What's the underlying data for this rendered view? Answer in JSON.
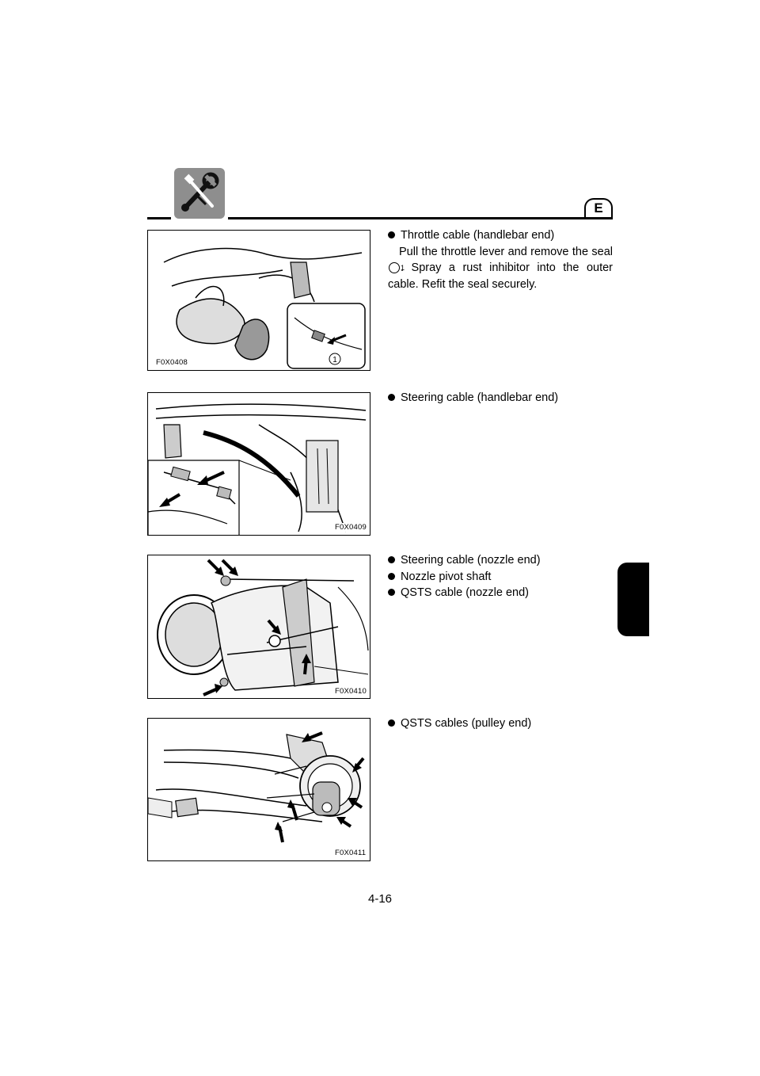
{
  "header": {
    "language_badge": "E",
    "icon": "tools-icon"
  },
  "sections": [
    {
      "figure_code": "F0X0408",
      "callout": "1",
      "items": [
        {
          "title": "Throttle cable (handlebar end)",
          "body_before": "Pull the throttle lever and remove the seal ",
          "ref": "1",
          "body_after": ". Spray a rust inhibitor into the outer cable. Refit the seal securely."
        }
      ]
    },
    {
      "figure_code": "F0X0409",
      "items": [
        {
          "title": "Steering cable (handlebar end)"
        }
      ]
    },
    {
      "figure_code": "F0X0410",
      "items": [
        {
          "title": "Steering cable (nozzle end)"
        },
        {
          "title": "Nozzle pivot shaft"
        },
        {
          "title": "QSTS cable (nozzle end)"
        }
      ]
    },
    {
      "figure_code": "F0X0411",
      "items": [
        {
          "title": "QSTS cables (pulley end)"
        }
      ]
    }
  ],
  "page_number": "4-16",
  "colors": {
    "icon_background": "#8e8e8e",
    "chapter_tab": "#000000"
  }
}
